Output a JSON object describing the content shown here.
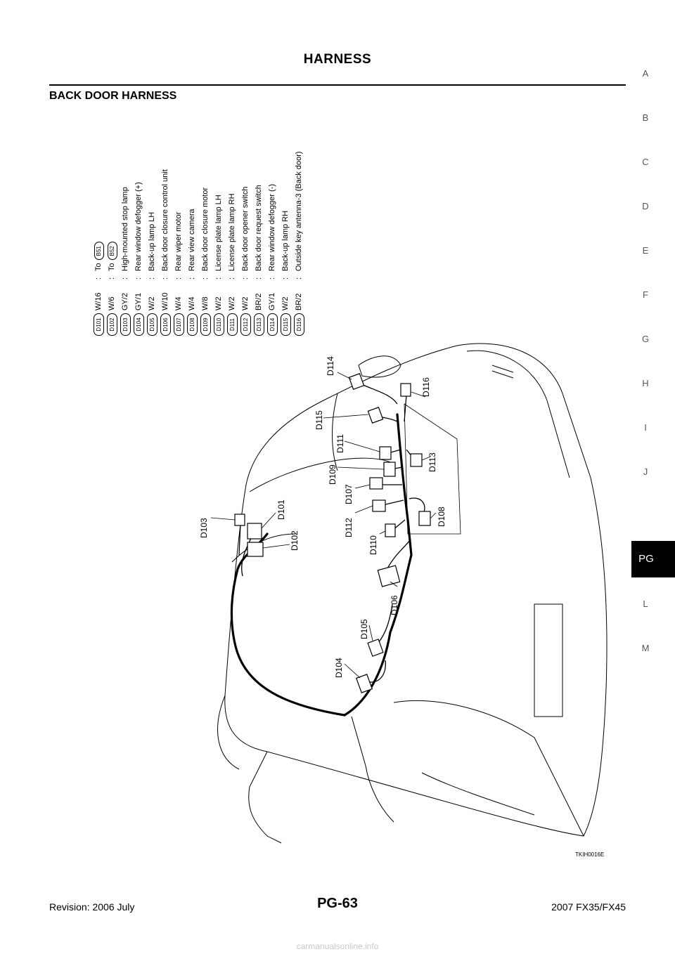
{
  "header": {
    "title": "HARNESS"
  },
  "section": {
    "title": "BACK DOOR HARNESS"
  },
  "sidebar": {
    "letters": [
      "A",
      "B",
      "C",
      "D",
      "E",
      "F",
      "G",
      "H",
      "I",
      "J",
      "L",
      "M"
    ],
    "active": "PG"
  },
  "legend": [
    {
      "code": "D101",
      "wire": "W/16",
      "desc": "To",
      "pill": "B51"
    },
    {
      "code": "D102",
      "wire": "W/6",
      "desc": "To",
      "pill": "B52"
    },
    {
      "code": "D103",
      "wire": "GY/2",
      "desc": "High-mounted  stop  lamp"
    },
    {
      "code": "D104",
      "wire": "GY/1",
      "desc": "Rear  window  defogger  (+)"
    },
    {
      "code": "D105",
      "wire": "W/2",
      "desc": "Back-up  lamp  LH"
    },
    {
      "code": "D106",
      "wire": "W/10",
      "desc": "Back  door  closure  control  unit"
    },
    {
      "code": "D107",
      "wire": "W/4",
      "desc": "Rear  wiper  motor"
    },
    {
      "code": "D108",
      "wire": "W/4",
      "desc": "Rear  view  camera"
    },
    {
      "code": "D109",
      "wire": "W/8",
      "desc": "Back  door  closure  motor"
    },
    {
      "code": "D110",
      "wire": "W/2",
      "desc": "License  plate  lamp  LH"
    },
    {
      "code": "D111",
      "wire": "W/2",
      "desc": "License  plate  lamp  RH"
    },
    {
      "code": "D112",
      "wire": "W/2",
      "desc": "Back  door  opener  switch"
    },
    {
      "code": "D113",
      "wire": "BR/2",
      "desc": "Back  door  request  switch"
    },
    {
      "code": "D114",
      "wire": "GY/1",
      "desc": "Rear  window  defogger  (-)"
    },
    {
      "code": "D115",
      "wire": "W/2",
      "desc": "Back-up  lamp  RH"
    },
    {
      "code": "D116",
      "wire": "BR/2",
      "desc": "Outside  key  antenna-3  (Back  door)"
    }
  ],
  "callouts": {
    "d101": "D101",
    "d102": "D102",
    "d103": "D103",
    "d104": "D104",
    "d105": "D105",
    "d106": "D106",
    "d107": "D107",
    "d108": "D108",
    "d109": "D109",
    "d110": "D110",
    "d111": "D111",
    "d112": "D112",
    "d113": "D113",
    "d114": "D114",
    "d115": "D115",
    "d116": "D116"
  },
  "figure_code": "TKIH0016E",
  "footer": {
    "revision": "Revision: 2006 July",
    "page": "PG-63",
    "model": "2007 FX35/FX45"
  },
  "watermark": "carmanualsonline.info"
}
